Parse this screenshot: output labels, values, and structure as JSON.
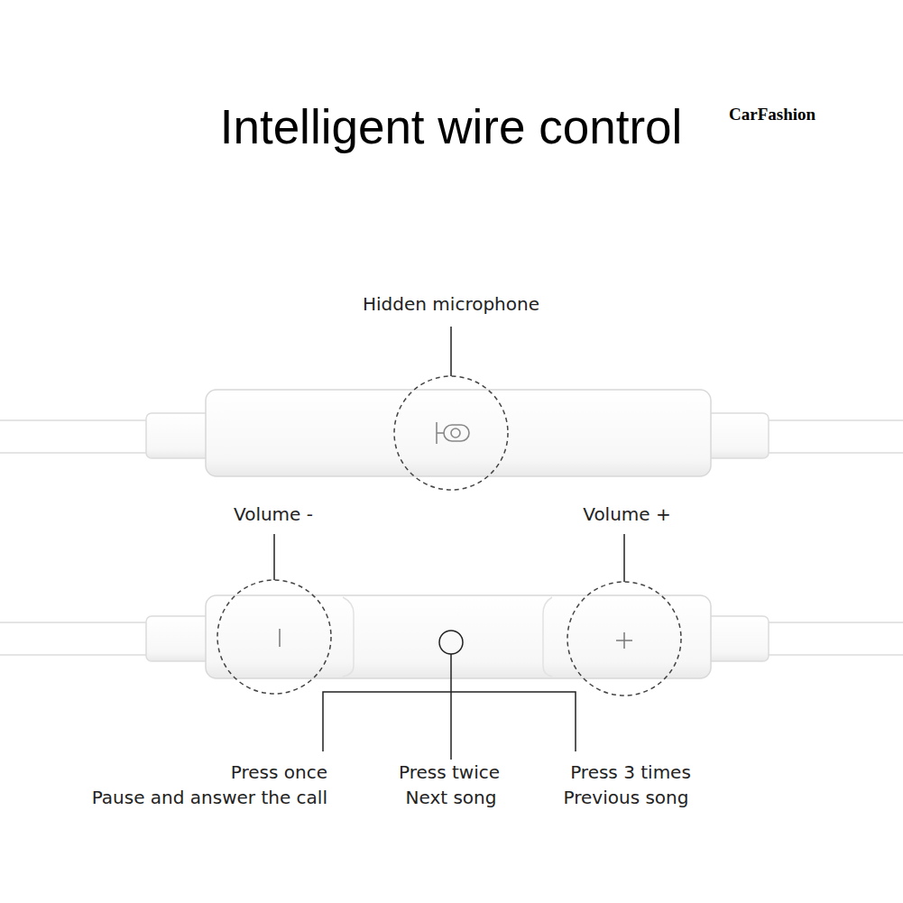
{
  "diagram": {
    "title": "Intelligent wire control",
    "labels": [
      "CarFashion",
      "Hidden microphone",
      "Volume -",
      "Volume +",
      "Press once",
      "Pause and answer the call",
      "Press twice",
      "Next song",
      "Press 3 times",
      "Previous song"
    ]
  }
}
